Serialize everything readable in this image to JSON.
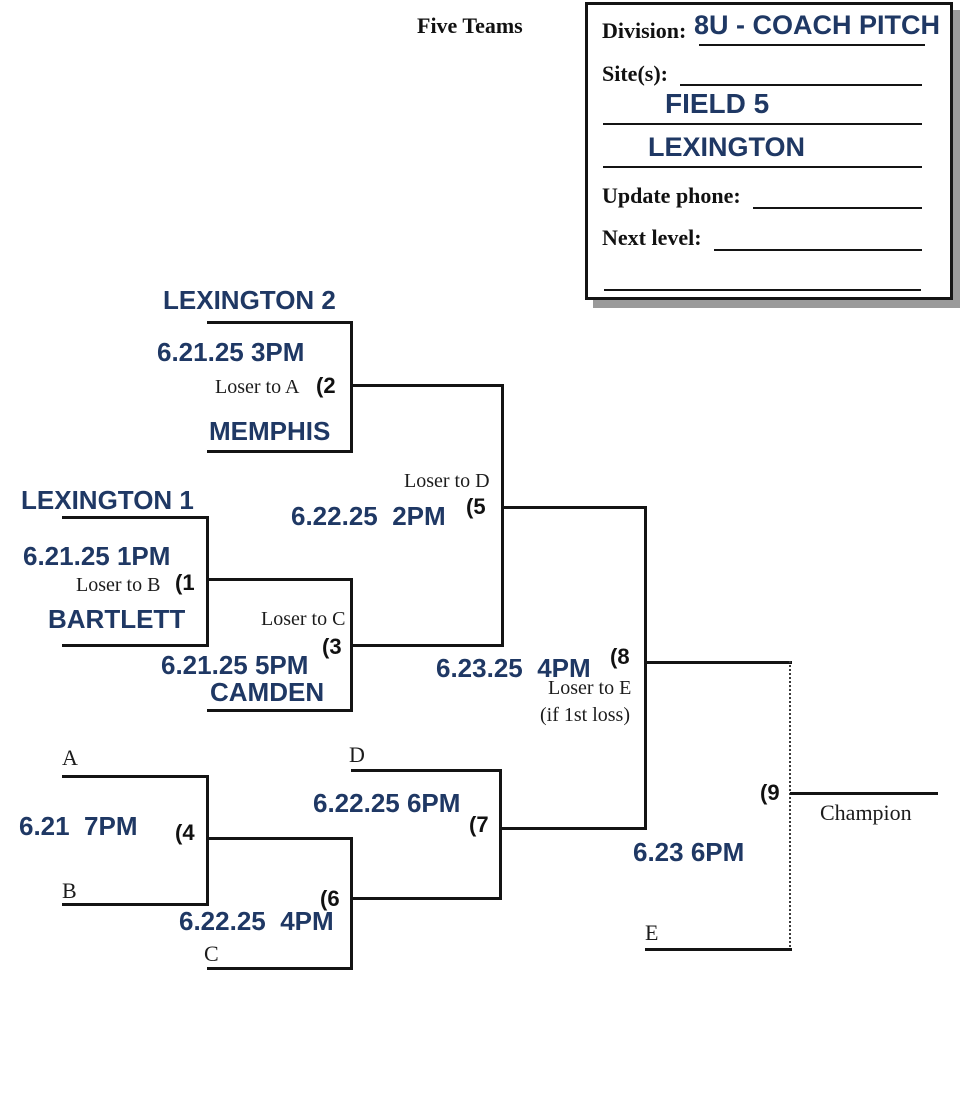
{
  "meta": {
    "teams_note": "Five Teams"
  },
  "colors": {
    "navy": "#1F3864",
    "line": "#141414",
    "shadow": "#9a9a9a"
  },
  "info_box": {
    "division_label": "Division:",
    "division_value": "8U - COACH PITCH",
    "sites_label": "Site(s):",
    "site_line1": "FIELD 5",
    "site_line2": "LEXINGTON",
    "update_phone_label": "Update phone:",
    "next_level_label": "Next level:"
  },
  "bracket": {
    "games": {
      "g1": {
        "team_top": "LEXINGTON 1",
        "team_bottom": "BARTLETT",
        "datetime": "6.21.25 1PM",
        "loser_note": "Loser to B",
        "number": "(1"
      },
      "g2": {
        "team_top": "LEXINGTON 2",
        "team_bottom": "MEMPHIS",
        "datetime": "6.21.25 3PM",
        "loser_note": "Loser to A",
        "number": "(2"
      },
      "g3": {
        "team_bottom": "CAMDEN",
        "datetime": "6.21.25 5PM",
        "loser_note": "Loser to C",
        "number": "(3"
      },
      "g4": {
        "slot_top": "A",
        "slot_bottom": "B",
        "datetime": "6.21  7PM",
        "number": "(4"
      },
      "g5": {
        "datetime": "6.22.25  2PM",
        "loser_note": "Loser to D",
        "number": "(5"
      },
      "g6": {
        "slot_bottom": "C",
        "datetime": "6.22.25  4PM",
        "number": "(6"
      },
      "g7": {
        "slot_top": "D",
        "datetime": "6.22.25 6PM",
        "number": "(7"
      },
      "g8": {
        "datetime": "6.23.25  4PM",
        "loser_note": "Loser to E",
        "loser_note2": "(if 1st loss)",
        "number": "(8"
      },
      "g9": {
        "slot_bottom": "E",
        "datetime": "6.23 6PM",
        "number": "(9",
        "result_label": "Champion"
      }
    }
  }
}
